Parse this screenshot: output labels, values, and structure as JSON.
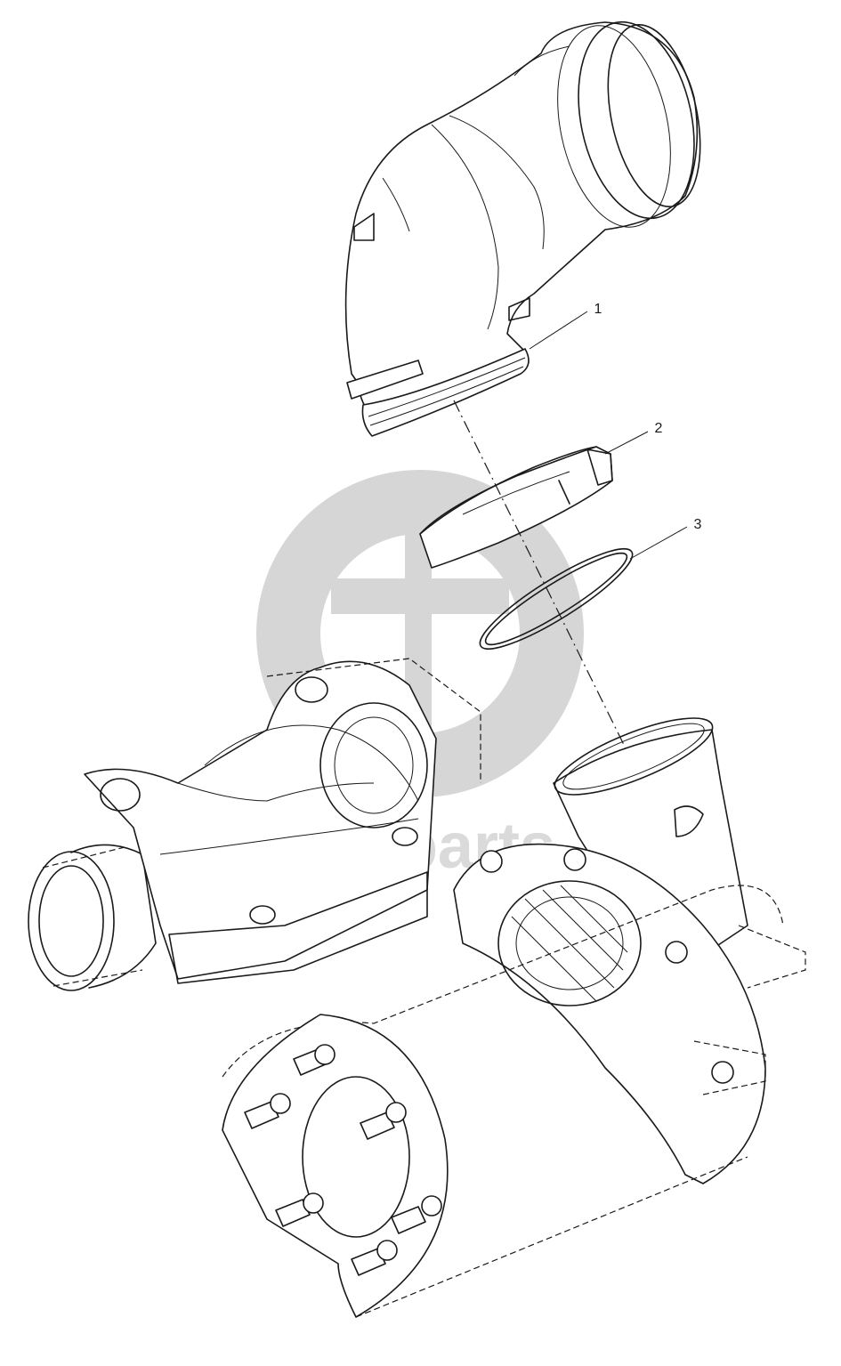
{
  "callouts": [
    {
      "label": "1"
    },
    {
      "label": "2"
    },
    {
      "label": "3"
    }
  ],
  "watermark": {
    "text": "dst-parts",
    "color": "#d6d6d6"
  },
  "colors": {
    "line": "#1a1a1a",
    "background": "#ffffff"
  }
}
